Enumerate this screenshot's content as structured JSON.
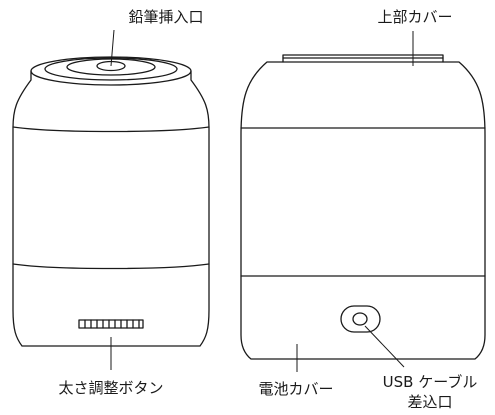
{
  "labels": {
    "pencil_inlet": "鉛筆挿入口",
    "top_cover": "上部カバー",
    "thickness_button": "太さ調整ボタン",
    "battery_cover": "電池カバー",
    "usb_line1": "USB ケーブル",
    "usb_line2": "差込口"
  }
}
